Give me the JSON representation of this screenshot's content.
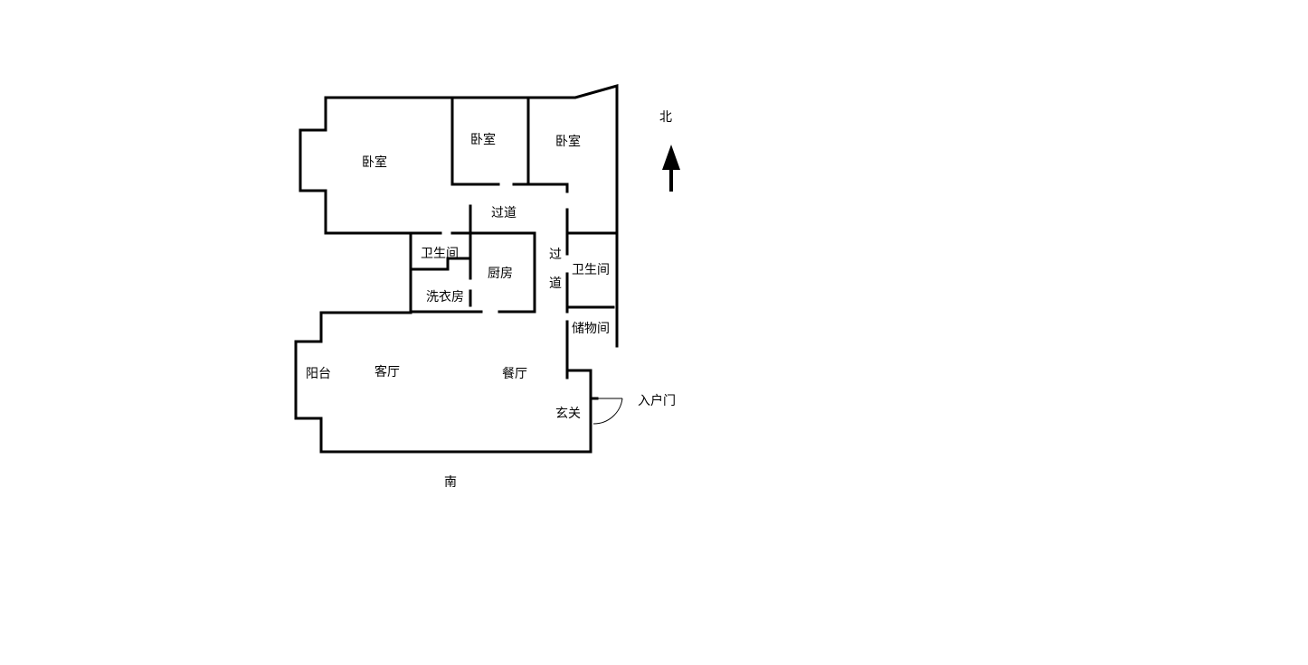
{
  "labels": {
    "master_bedroom": "卧室",
    "bedroom_2": "卧室",
    "bedroom_3": "卧室",
    "corridor_top": "过道",
    "bathroom_small": "卫生间",
    "kitchen": "厨房",
    "laundry": "洗衣房",
    "corridor_side_1": "过",
    "corridor_side_2": "道",
    "bathroom_right": "卫生间",
    "storage": "储物间",
    "balcony": "阳台",
    "living_room": "客厅",
    "dining_room": "餐厅",
    "foyer": "玄关",
    "entrance_door": "入户门",
    "north": "北",
    "south": "南"
  },
  "colors": {
    "wall": "#000000",
    "background": "#ffffff"
  },
  "icons": {
    "north_arrow": "arrow-up-icon",
    "door_swing": "door-swing-icon"
  }
}
